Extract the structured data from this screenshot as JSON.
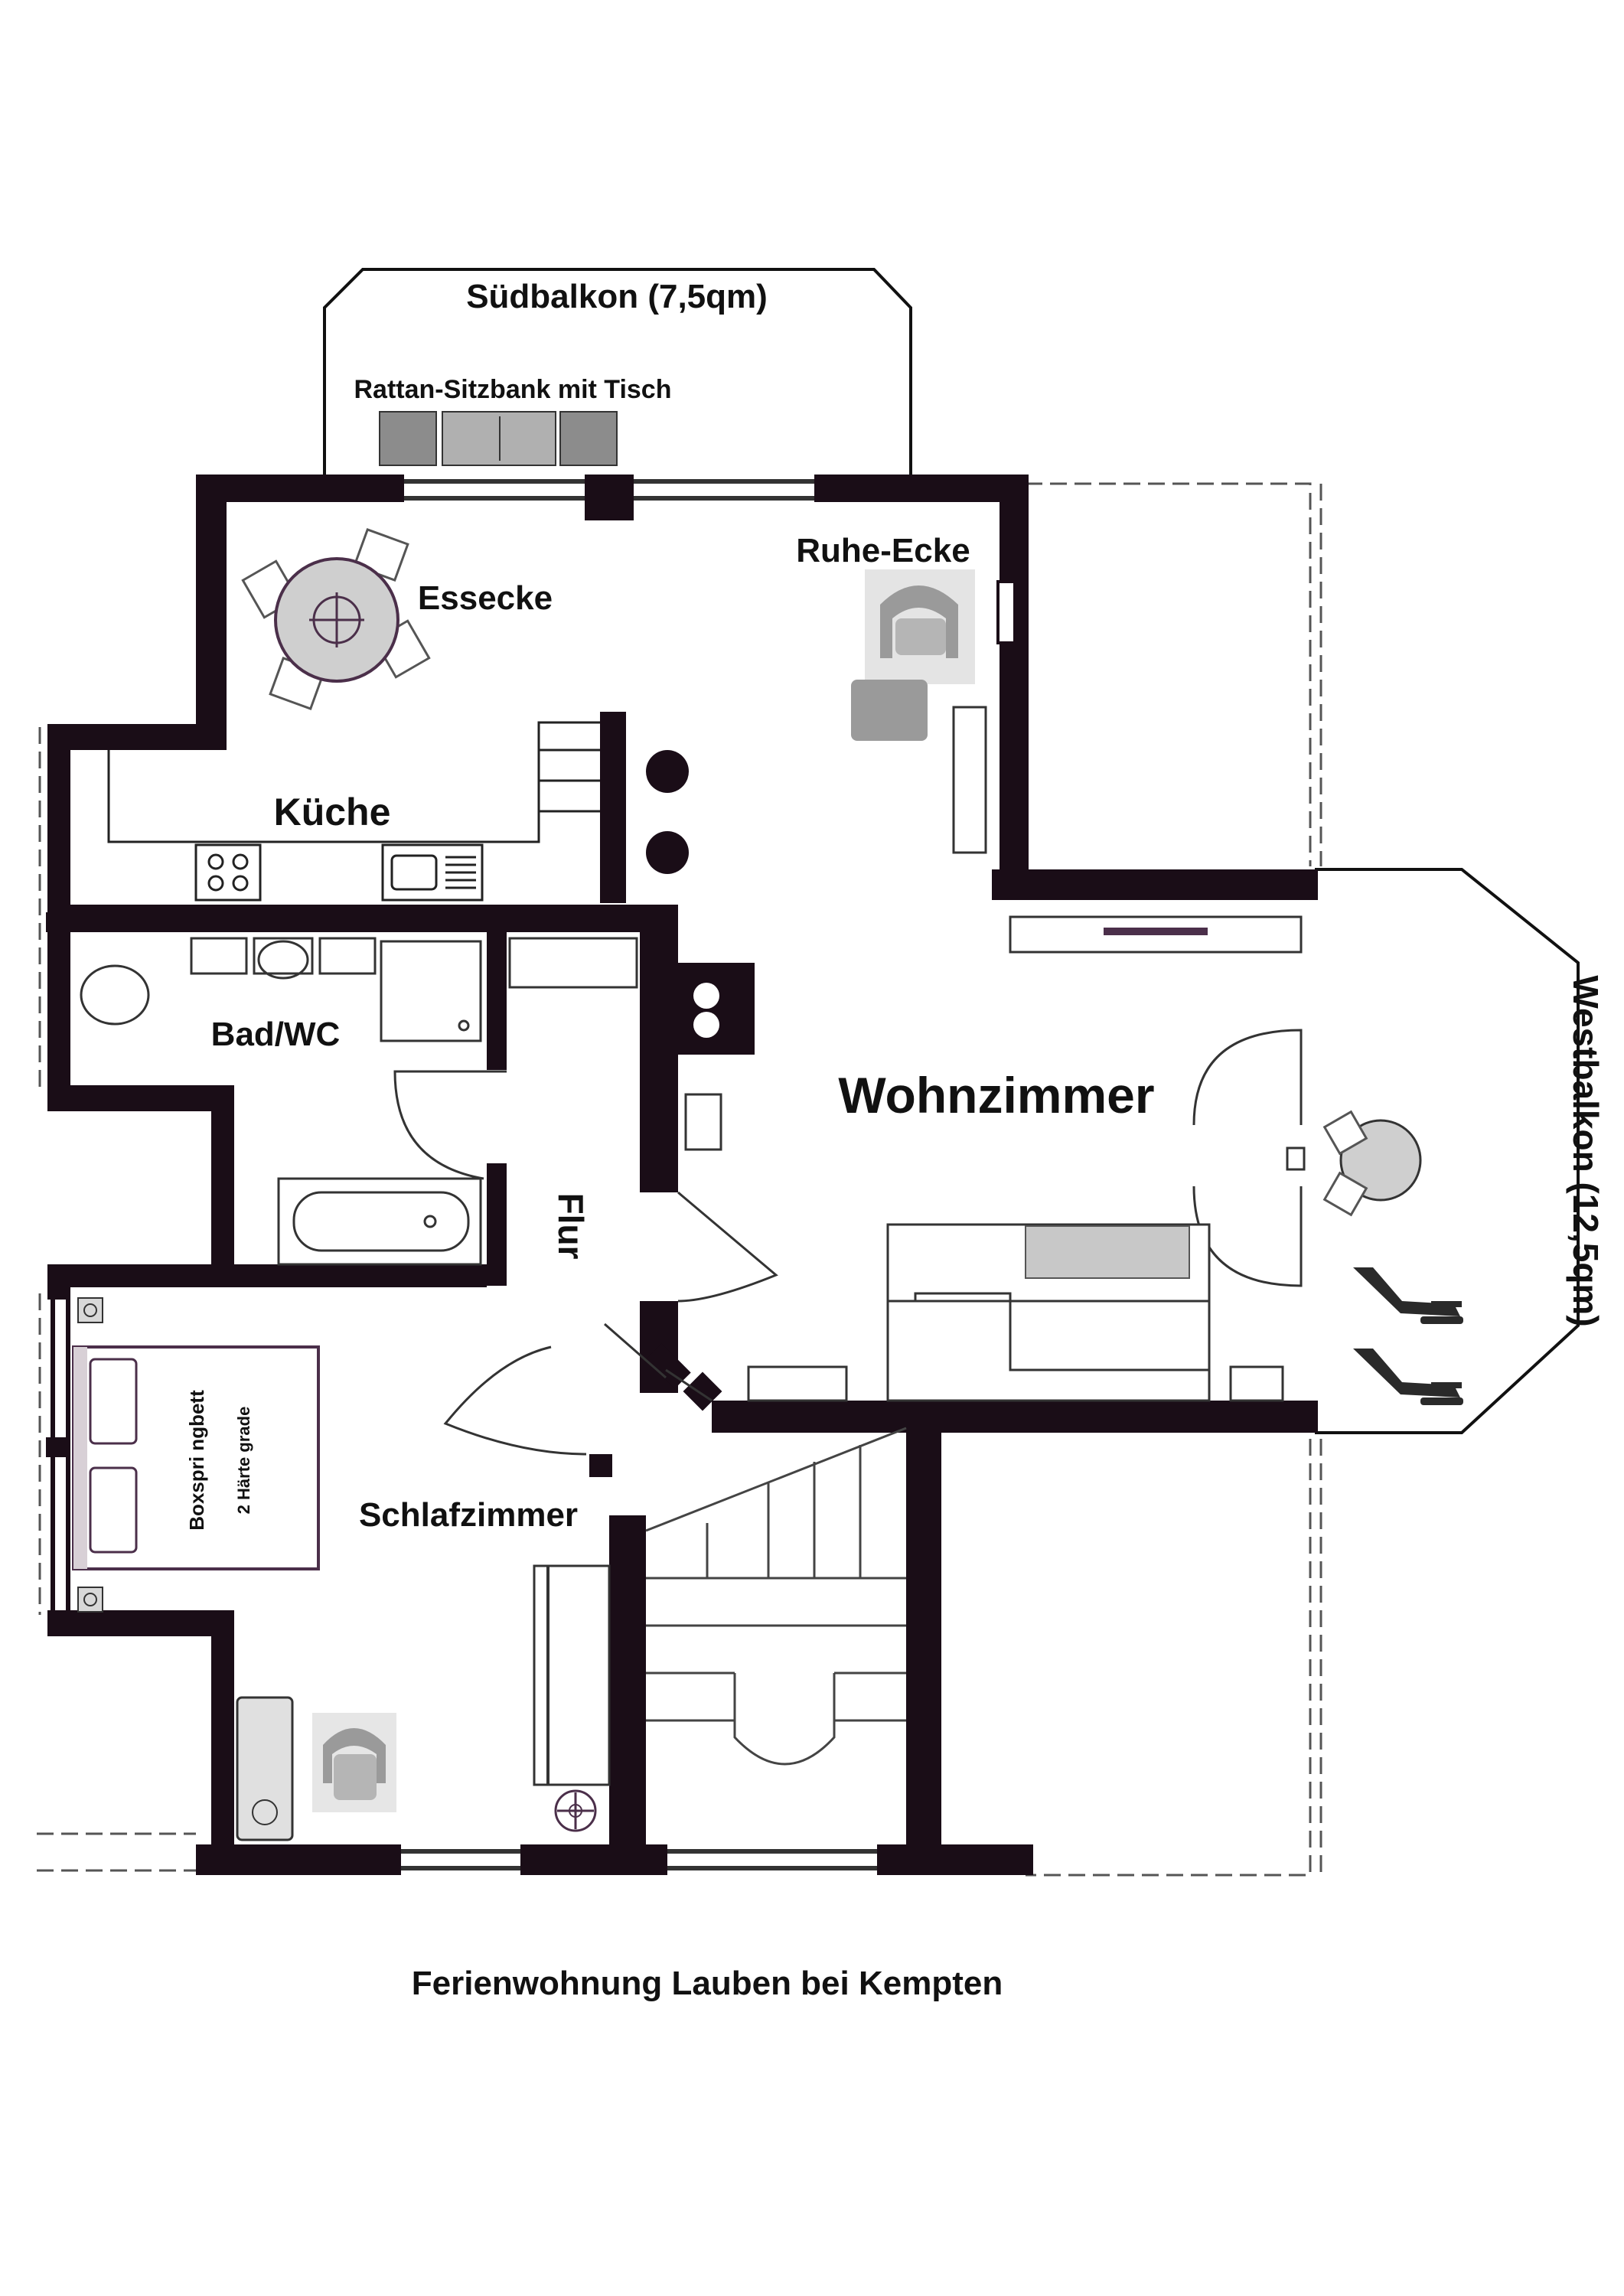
{
  "labels": {
    "south_balcony": "Südbalkon (7,5qm)",
    "rattan_bench": "Rattan-Sitzbank mit Tisch",
    "rest_corner": "Ruhe-Ecke",
    "dining_corner": "Essecke",
    "kitchen": "Küche",
    "bathroom": "Bad/WC",
    "living_room": "Wohnzimmer",
    "hallway": "Flur",
    "west_balcony": "Westbalkon (12,5qm)",
    "bedroom": "Schlafzimmer",
    "bed_name": "Boxspri ngbett",
    "bed_firmness": "2 Härte grade",
    "caption": "Ferienwohnung Lauben bei Kempten"
  },
  "colors": {
    "wall": "#1a0d17",
    "furniture_outline": "#3a3a3a",
    "accent": "#4b2f4a",
    "sofa_fill": "#c8c8c8",
    "chair_fill": "#9a9a9a",
    "bench_fill": "#8c8c8c",
    "table_fill": "#cfcfcf"
  }
}
